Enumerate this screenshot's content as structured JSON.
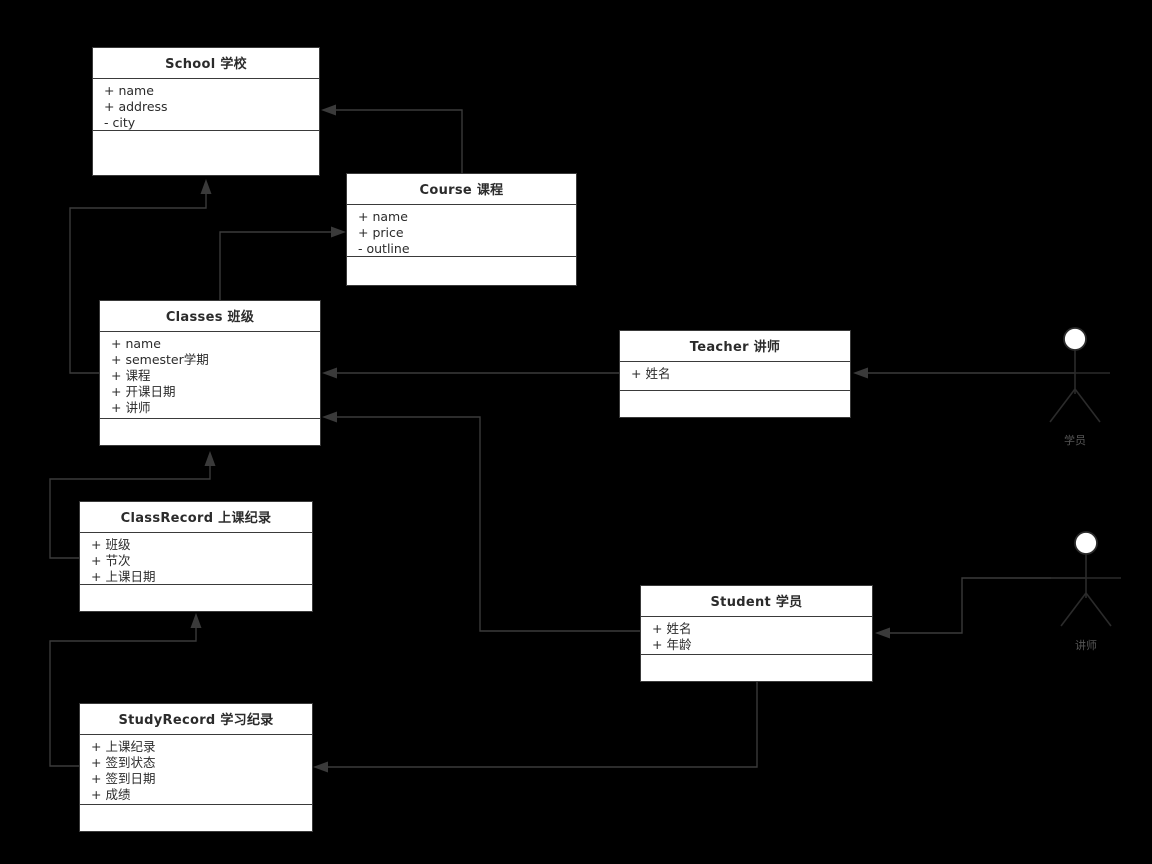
{
  "diagram": {
    "type": "uml-class-diagram",
    "background_color": "#000000",
    "box_fill": "#ffffff",
    "line_color": "#3a3a3a",
    "classes": [
      {
        "id": "school",
        "title": "School 学校",
        "attributes": [
          "+ name",
          "+ address",
          "- city"
        ],
        "operations": []
      },
      {
        "id": "course",
        "title": "Course 课程",
        "attributes": [
          "+ name",
          "+ price",
          "- outline"
        ],
        "operations": []
      },
      {
        "id": "classes",
        "title": "Classes 班级",
        "attributes": [
          "+ name",
          "+ semester学期",
          "+ 课程",
          "+ 开课日期",
          "+ 讲师"
        ],
        "operations": []
      },
      {
        "id": "teacher",
        "title": "Teacher 讲师",
        "attributes": [
          "+ 姓名"
        ],
        "operations": []
      },
      {
        "id": "classrecord",
        "title": "ClassRecord 上课纪录",
        "attributes": [
          "+ 班级",
          "+ 节次",
          "+ 上课日期"
        ],
        "operations": []
      },
      {
        "id": "student",
        "title": "Student 学员",
        "attributes": [
          "+ 姓名",
          "+ 年龄"
        ],
        "operations": []
      },
      {
        "id": "studyrecord",
        "title": "StudyRecord 学习纪录",
        "attributes": [
          "+ 上课纪录",
          "+ 签到状态",
          "+ 签到日期",
          "+ 成绩"
        ],
        "operations": []
      }
    ],
    "actors": [
      {
        "id": "actor-student",
        "label": "学员"
      },
      {
        "id": "actor-teacher",
        "label": "讲师"
      }
    ],
    "relations": [
      {
        "from": "course",
        "to": "school",
        "kind": "association-arrow"
      },
      {
        "from": "classes",
        "to": "school",
        "kind": "association-arrow"
      },
      {
        "from": "classes",
        "to": "course",
        "kind": "association-arrow"
      },
      {
        "from": "teacher",
        "to": "classes",
        "kind": "association-arrow"
      },
      {
        "from": "student",
        "to": "classes",
        "kind": "association-arrow"
      },
      {
        "from": "classrecord",
        "to": "classes",
        "kind": "association-arrow"
      },
      {
        "from": "studyrecord",
        "to": "classrecord",
        "kind": "association-arrow"
      },
      {
        "from": "student",
        "to": "studyrecord",
        "kind": "association-arrow"
      },
      {
        "from": "actor-student",
        "to": "teacher",
        "kind": "association-arrow"
      },
      {
        "from": "actor-teacher",
        "to": "student",
        "kind": "association-arrow"
      }
    ]
  }
}
